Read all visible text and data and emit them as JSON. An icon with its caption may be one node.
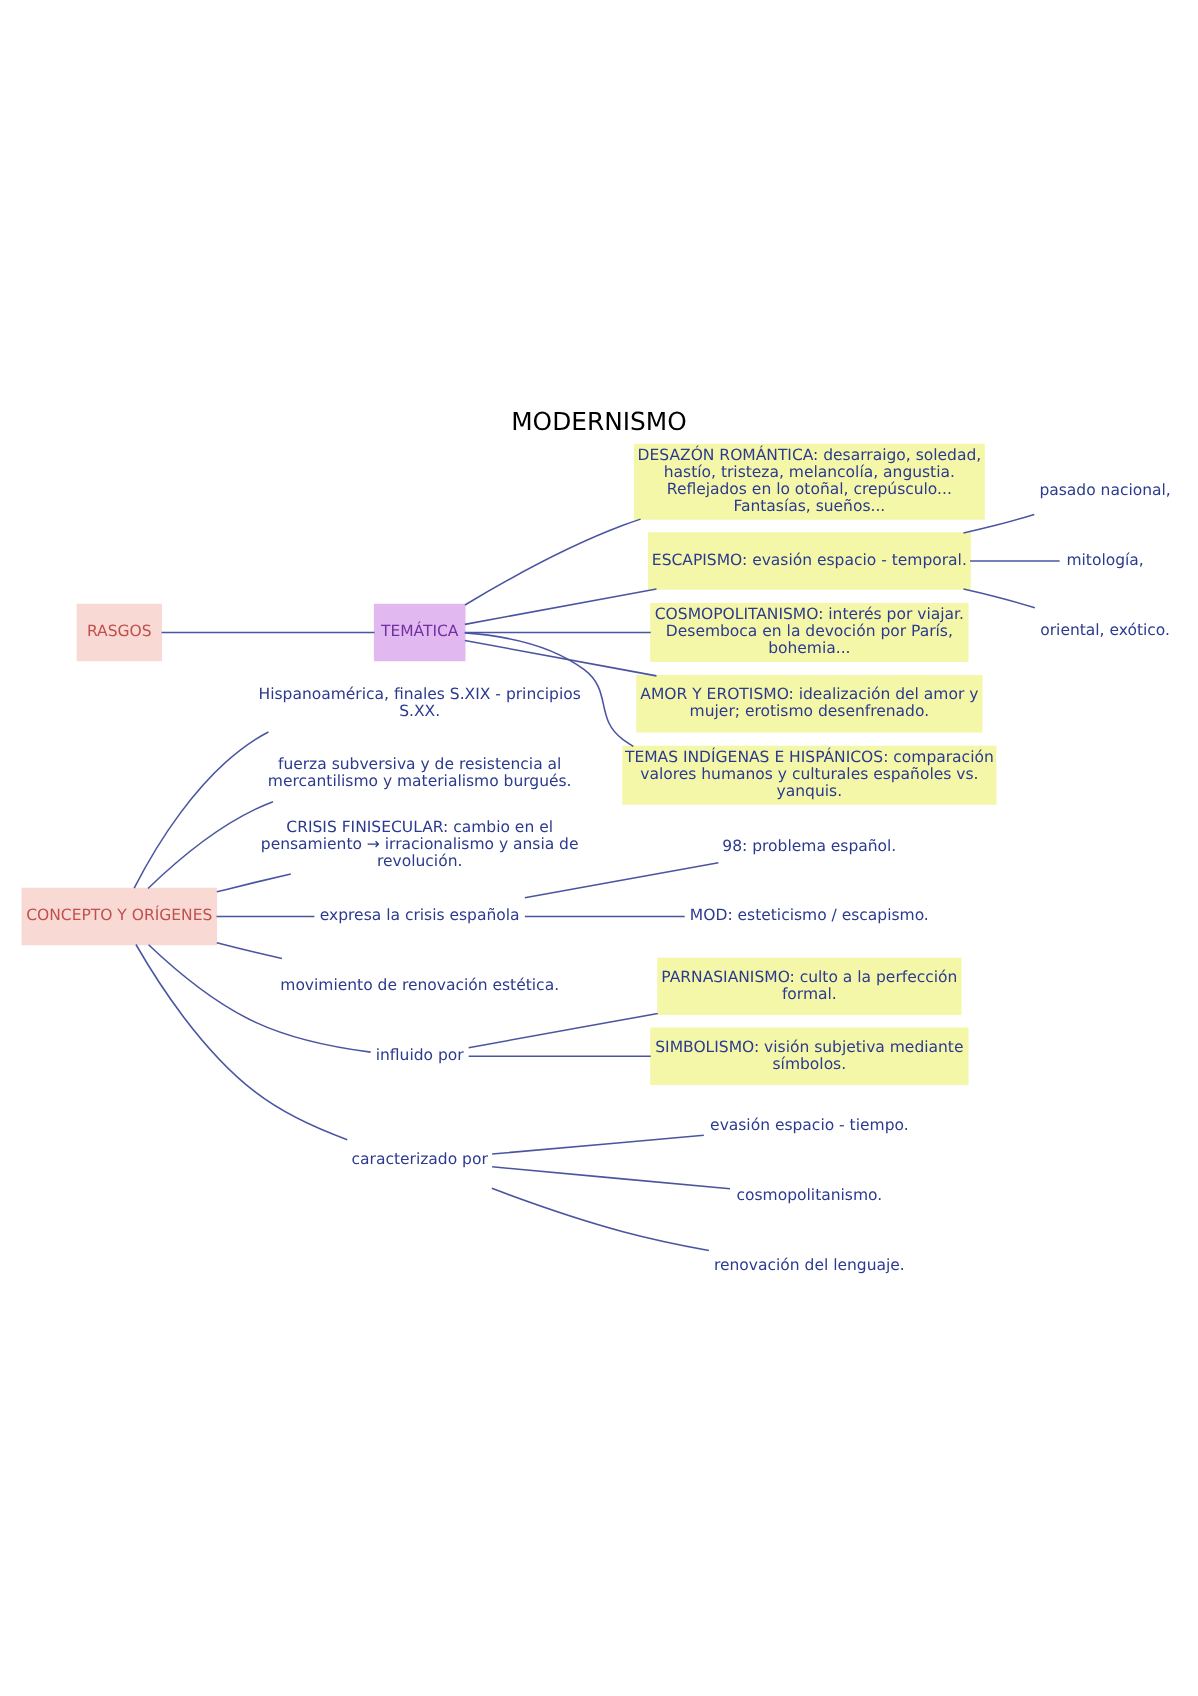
{
  "diagram": {
    "title": "MODERNISMO",
    "nodes": [
      {
        "text": [
          "CONCEPTO Y ORÍGENES"
        ]
      },
      {
        "text": [
          "Hispanoamérica, finales S.XIX - principios S.XX."
        ]
      },
      {
        "text": [
          "fuerza subversiva y de resistencia al mercantilismo y materialismo burgués."
        ]
      },
      {
        "text": [
          "CRISIS FINISECULAR: cambio en el pensamiento → irracionalismo y ansia de revolución."
        ]
      },
      {
        "text": [
          "expresa la crisis española"
        ]
      },
      {
        "text": [
          "98: problema español."
        ]
      },
      {
        "text": [
          "MOD: esteticismo / escapismo."
        ]
      },
      {
        "text": [
          "movimiento de renovación estética."
        ]
      },
      {
        "text": [
          "influido por"
        ]
      },
      {
        "text": [
          "PARNASIANISMO: culto a la perfección formal."
        ]
      },
      {
        "text": [
          "SIMBOLISMO: visión subjetiva mediante símbolos."
        ]
      },
      {
        "text": [
          "caracterizado por"
        ]
      },
      {
        "text": [
          "evasión espacio - tiempo."
        ]
      },
      {
        "text": [
          "cosmopolitanismo."
        ]
      },
      {
        "text": [
          "renovación del lenguaje."
        ]
      },
      {
        "text": [
          "RASGOS"
        ]
      },
      {
        "text": [
          "TEMÁTICA"
        ]
      },
      {
        "text": [
          "DESAZÓN ROMÁNTICA: desarraigo, soledad, hastío, tristeza, melancolía, angustia. Reflejados en lo otoñal, crepúsculo... Fantasías, sueños..."
        ]
      },
      {
        "text": [
          "ESCAPISMO: evasión espacio - temporal."
        ]
      },
      {
        "text": [
          "pasado nacional,"
        ]
      },
      {
        "text": [
          "mitología,"
        ]
      },
      {
        "text": [
          "oriental, exótico."
        ]
      },
      {
        "text": [
          "COSMOPOLITANISMO: interés por viajar. Desemboca en la devoción por París, bohemia..."
        ]
      },
      {
        "text": [
          "AMOR Y EROTISMO: idealización del amor y mujer; erotismo desenfrenado."
        ]
      },
      {
        "text": [
          "TEMAS INDÍGENAS E HISPÁNICOS: comparación valores humanos y culturales españoles vs. yanquis."
        ]
      }
    ],
    "edges": [
      {
        "from": 0,
        "to": 1,
        "arrow": "none"
      },
      {
        "from": 0,
        "to": 2,
        "arrow": "none"
      },
      {
        "from": 0,
        "to": 3,
        "arrow": "none"
      },
      {
        "from": 0,
        "to": 4,
        "arrow": "none"
      },
      {
        "from": 4,
        "to": 5,
        "arrow": "none"
      },
      {
        "from": 4,
        "to": 6,
        "arrow": "none"
      },
      {
        "from": 0,
        "to": 7,
        "arrow": "none"
      },
      {
        "from": 0,
        "to": 8,
        "arrow": "none"
      },
      {
        "from": 8,
        "to": 9,
        "arrow": "none"
      },
      {
        "from": 8,
        "to": 10,
        "arrow": "none"
      },
      {
        "from": 0,
        "to": 11,
        "arrow": "none"
      },
      {
        "from": 11,
        "to": 12,
        "arrow": "none"
      },
      {
        "from": 11,
        "to": 13,
        "arrow": "none"
      },
      {
        "from": 11,
        "to": 14,
        "arrow": "none"
      },
      {
        "from": 15,
        "to": 16,
        "arrow": "none"
      },
      {
        "from": 16,
        "to": 17,
        "arrow": "none"
      },
      {
        "from": 16,
        "to": 18,
        "arrow": "none"
      },
      {
        "from": 18,
        "to": 19,
        "arrow": "none"
      },
      {
        "from": 18,
        "to": 20,
        "arrow": "none"
      },
      {
        "from": 18,
        "to": 21,
        "arrow": "none"
      },
      {
        "from": 16,
        "to": 22,
        "arrow": "none"
      },
      {
        "from": 16,
        "to": 23,
        "arrow": "none"
      },
      {
        "from": 16,
        "to": 24,
        "arrow": "none"
      }
    ]
  }
}
